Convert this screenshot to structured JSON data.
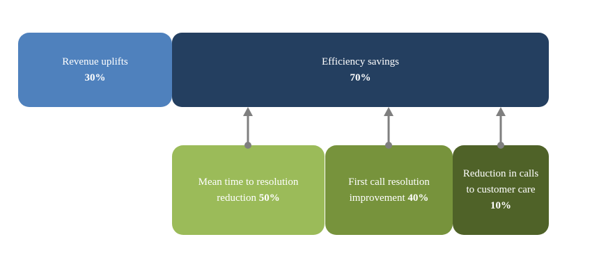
{
  "diagram": {
    "revenue": {
      "label": "Revenue uplifts",
      "value": "30%",
      "color": "#4f81bd"
    },
    "efficiency": {
      "label": "Efficiency savings",
      "value": "70%",
      "color": "#243f60"
    },
    "components": [
      {
        "label": "Mean time to resolution reduction",
        "value": "50%",
        "color": "#9bbb59"
      },
      {
        "label": "First call resolution improvement",
        "value": "40%",
        "color": "#77933c"
      },
      {
        "label": "Reduction in calls to customer care",
        "value": "10%",
        "color": "#4f6228"
      }
    ],
    "connector_color": "#7f7f7f"
  }
}
